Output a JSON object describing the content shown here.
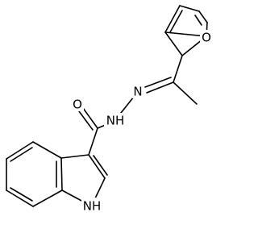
{
  "molecule": {
    "atoms": {
      "O_carbonyl": "O",
      "N_amide": "NH",
      "N_imine": "N",
      "O_furan": "O",
      "N_indole": "NH"
    }
  },
  "colors": {
    "bond": "#000000",
    "text": "#000000",
    "background": "#ffffff"
  }
}
